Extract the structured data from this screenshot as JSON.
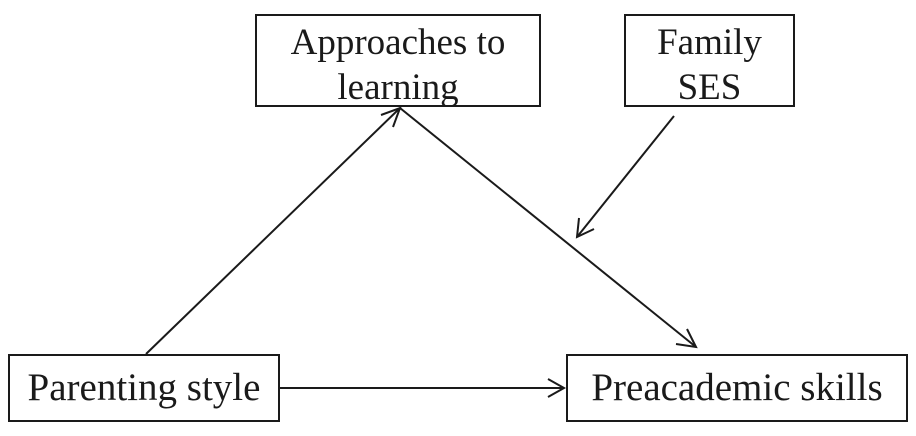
{
  "nodes": {
    "approaches": {
      "line1": "Approaches to",
      "line2": "learning"
    },
    "family_ses": {
      "line1": "Family",
      "line2": "SES"
    },
    "parenting": {
      "label": "Parenting style"
    },
    "preacademic": {
      "label": "Preacademic skills"
    }
  },
  "edges": [
    {
      "from": "Parenting style",
      "to": "Approaches to learning"
    },
    {
      "from": "Approaches to learning",
      "to": "Preacademic skills"
    },
    {
      "from": "Parenting style",
      "to": "Preacademic skills"
    },
    {
      "from": "Family SES",
      "to": "Approaches to learning → Preacademic skills path"
    }
  ],
  "colors": {
    "stroke": "#1a1a1a",
    "background": "#ffffff"
  }
}
